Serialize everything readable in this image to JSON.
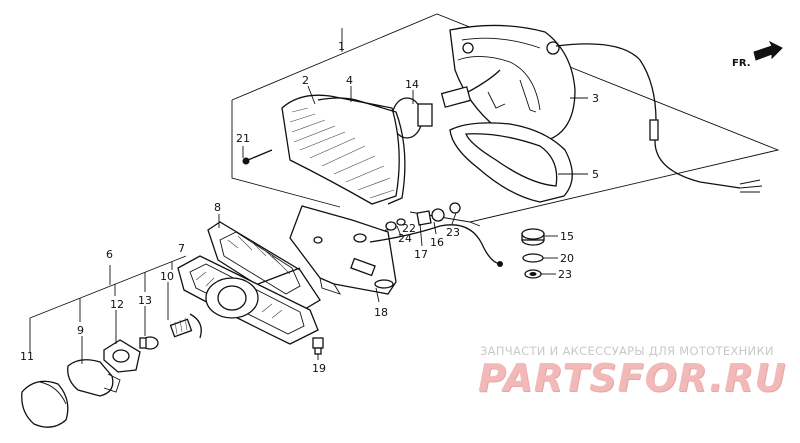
{
  "direction_label": "FR.",
  "callouts": {
    "p1": "1",
    "p2": "2",
    "p3": "3",
    "p4": "4",
    "p5": "5",
    "p6": "6",
    "p7": "7",
    "p8": "8",
    "p9": "9",
    "p10": "10",
    "p11": "11",
    "p12": "12",
    "p13": "13",
    "p14": "14",
    "p15": "15",
    "p16": "16",
    "p17": "17",
    "p18": "18",
    "p19": "19",
    "p20": "20",
    "p21": "21",
    "p22": "22",
    "p23a": "23",
    "p23b": "23",
    "p24": "24"
  },
  "watermark": {
    "subtitle": "ЗАПЧАСТИ И АКСЕССУАРЫ ДЛЯ МОТОТЕХНИКИ",
    "logo": "PARTSFOR.RU"
  }
}
